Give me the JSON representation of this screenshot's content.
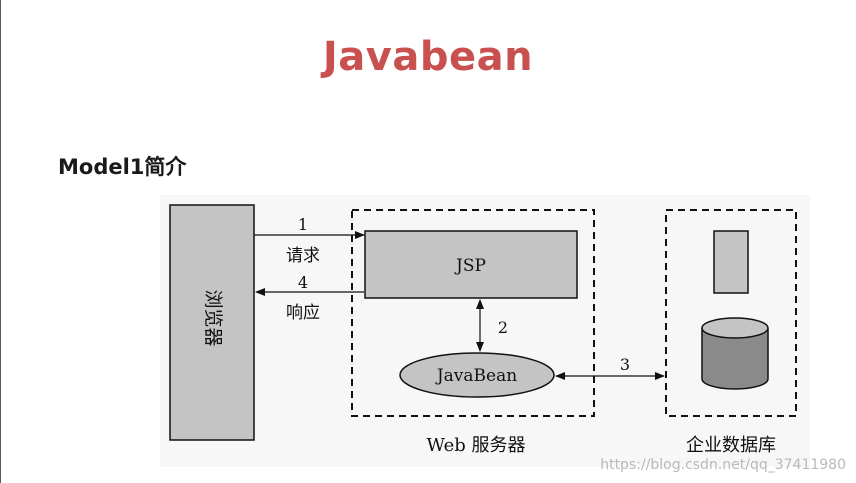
{
  "title": "Javabean",
  "section_heading": "Model1简介",
  "diagram": {
    "browser_label": "浏览器",
    "jsp_label": "JSP",
    "javabean_label": "JavaBean",
    "web_server_label": "Web 服务器",
    "database_label": "企业数据库",
    "arrows": {
      "request_number": "1",
      "request_label": "请求",
      "response_number": "4",
      "response_label": "响应",
      "jsp_bean_number": "2",
      "bean_db_number": "3"
    },
    "colors": {
      "box_fill": "#c4c4c4",
      "db_fill": "#8a8a8a",
      "stroke": "#111111"
    }
  },
  "watermark": "https://blog.csdn.net/qq_37411980"
}
